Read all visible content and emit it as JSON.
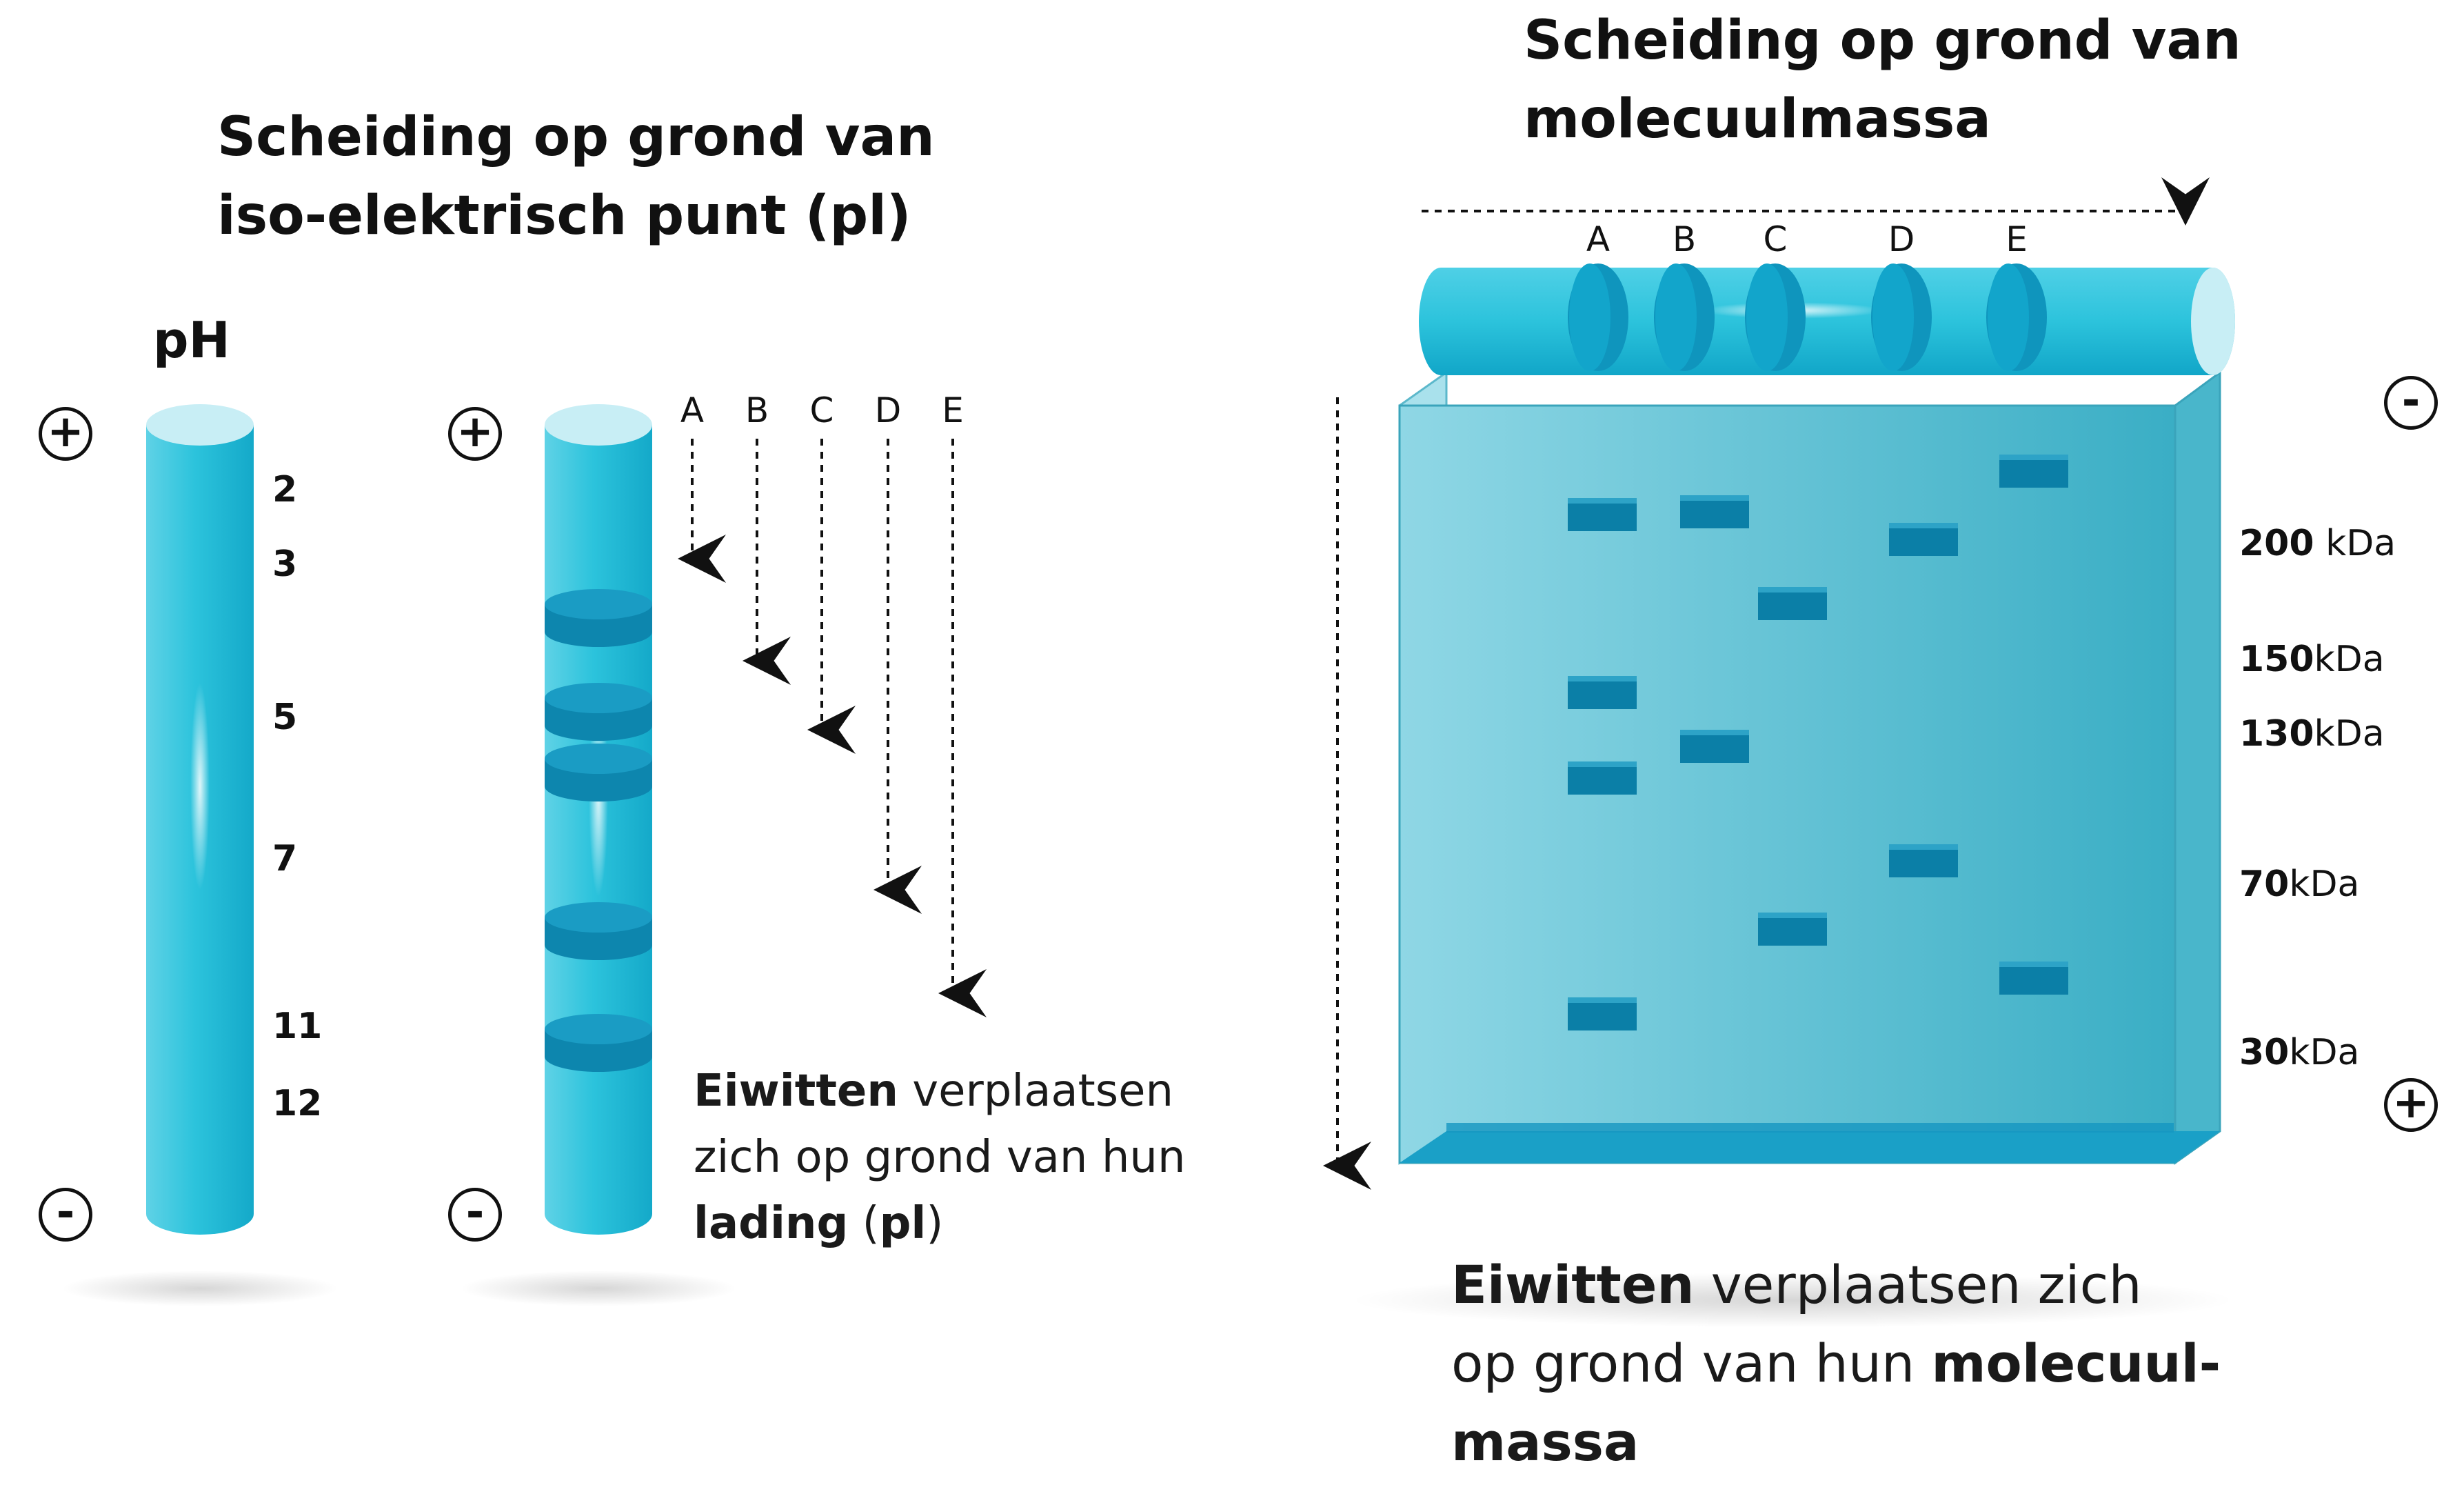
{
  "left": {
    "title_line1": "Scheiding op grond van",
    "title_line2": "iso-elektrisch punt (pl)",
    "ph_label": "pH",
    "ph_ticks": [
      "2",
      "3",
      "5",
      "7",
      "11",
      "12"
    ],
    "lanes": [
      "A",
      "B",
      "C",
      "D",
      "E"
    ],
    "caption_bold1": "Eiwitten",
    "caption_text1": " verplaatsen",
    "caption_line2": "zich op grond van hun",
    "caption_bold2": "lading",
    "caption_text2": " (",
    "caption_bold3": "pl",
    "caption_text3": ")"
  },
  "right": {
    "title_line1": "Scheiding op grond van",
    "title_line2": "molecuulmassa",
    "lanes": [
      "A",
      "B",
      "C",
      "D",
      "E"
    ],
    "kda_labels": [
      {
        "num": "200",
        "unit": " kDa"
      },
      {
        "num": "150",
        "unit": "kDa"
      },
      {
        "num": "130",
        "unit": "kDa"
      },
      {
        "num": "70",
        "unit": "kDa"
      },
      {
        "num": "30",
        "unit": "kDa"
      }
    ],
    "caption_bold1": "Eiwitten",
    "caption_text1": " verplaatsen zich",
    "caption_text2": "op grond van hun ",
    "caption_bold2": "molecuul-",
    "caption_bold3": "massa"
  },
  "poles": {
    "plus": "+",
    "minus": "-"
  },
  "colors": {
    "tube": "#29bfd8",
    "tube_dark": "#0e8fb2",
    "band": "#0a7fa8",
    "gel_light": "#8fd8e6",
    "gel_dark": "#39adc4",
    "arrow": "#111111"
  }
}
